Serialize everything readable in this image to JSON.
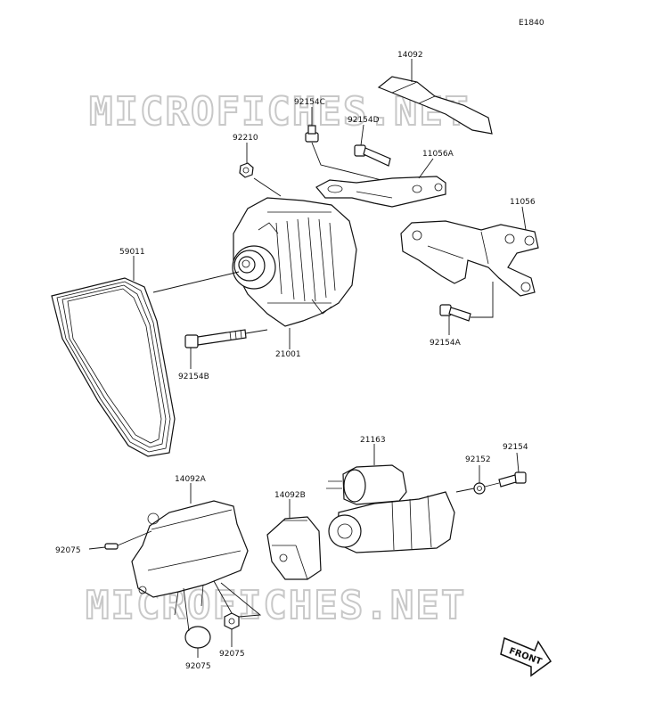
{
  "diagram_code": "E1840",
  "watermark": "MICROFICHES.NET",
  "direction_label": "FRONT",
  "parts": {
    "p14092": "14092",
    "p92154C": "92154C",
    "p92154D": "92154D",
    "p92210": "92210",
    "p11056A": "11056A",
    "p11056": "11056",
    "p59011": "59011",
    "p21001": "21001",
    "p92154B": "92154B",
    "p92154A": "92154A",
    "p21163": "21163",
    "p92152": "92152",
    "p92154": "92154",
    "p14092A": "14092A",
    "p14092B": "14092B",
    "p92075_left": "92075",
    "p92075_bottom": "92075",
    "p92075_right": "92075"
  }
}
